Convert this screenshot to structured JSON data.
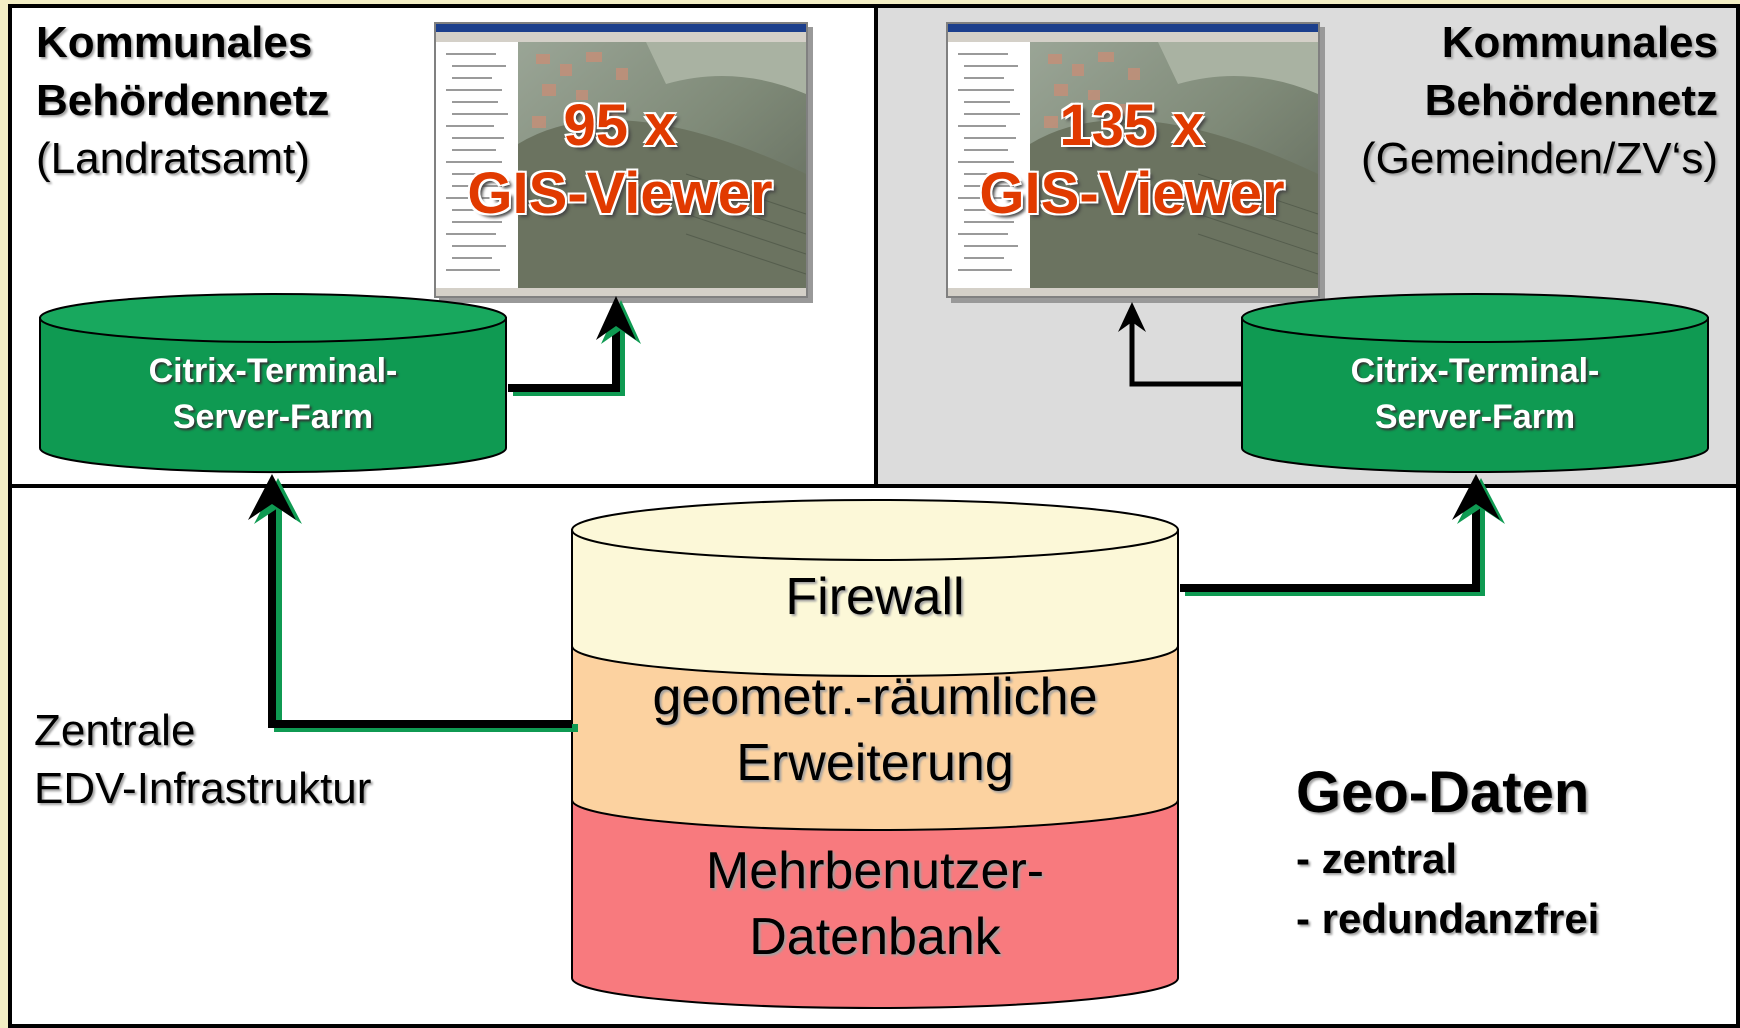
{
  "top_left": {
    "title_line1": "Kommunales",
    "title_line2": "Behördennetz",
    "subtitle": "(Landratsamt)",
    "viewer_count": "95 x",
    "viewer_label": "GIS-Viewer",
    "server_line1": "Citrix-Terminal-",
    "server_line2": "Server-Farm"
  },
  "top_right": {
    "title_line1": "Kommunales",
    "title_line2": "Behördennetz",
    "subtitle": "(Gemeinden/ZV‘s)",
    "viewer_count": "135 x",
    "viewer_label": "GIS-Viewer",
    "server_line1": "Citrix-Terminal-",
    "server_line2": "Server-Farm"
  },
  "bottom": {
    "label_line1": "Zentrale",
    "label_line2": "EDV-Infrastruktur",
    "db_firewall": "Firewall",
    "db_spatial_line1": "geometr.-räumliche",
    "db_spatial_line2": "Erweiterung",
    "db_multiuser_line1": "Mehrbenutzer-",
    "db_multiuser_line2": "Datenbank",
    "geo_title": "Geo-Daten",
    "geo_point1": "- zentral",
    "geo_point2": "- redundanzfrei"
  },
  "colors": {
    "background": "#f3eec4",
    "server_cylinder": "#0f9a52",
    "firewall_layer": "#fcf8d8",
    "spatial_layer": "#fcd2a0",
    "multiuser_layer": "#f87a7e",
    "viewer_label": "#e13a00",
    "right_panel": "#dcdcdc",
    "arrow_accent": "#0f9a52"
  }
}
